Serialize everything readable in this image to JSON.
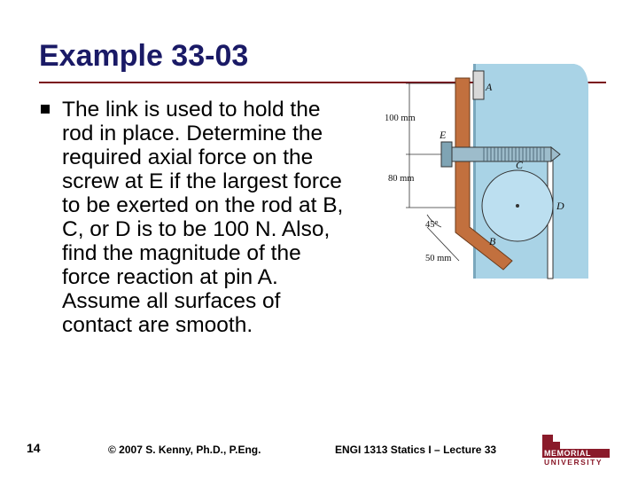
{
  "slide": {
    "title": "Example 33-03",
    "body": "The link is used to hold the rod in place. Determine the required axial force on the screw at E if the largest force to be exerted on the rod at B, C, or D is to be 100 N. Also, find the magnitude of the force reaction at pin A. Assume all surfaces of contact are smooth."
  },
  "figure": {
    "labels": {
      "A": "A",
      "E": "E",
      "C": "C",
      "D": "D",
      "B": "B"
    },
    "dimensions": {
      "d1": "100 mm",
      "d2": "80 mm",
      "angle": "45°",
      "d3": "50 mm"
    },
    "colors": {
      "background": "#a9d3e6",
      "link": "#c2703e",
      "rod": "#bcdff0",
      "screw": "#7fa4b4"
    }
  },
  "footer": {
    "slide_number": "14",
    "copyright": "© 2007 S. Kenny, Ph.D., P.Eng.",
    "course": "ENGI 1313 Statics I – Lecture 33"
  },
  "logo": {
    "line1": "MEMORIAL",
    "line2": "UNIVERSITY"
  }
}
